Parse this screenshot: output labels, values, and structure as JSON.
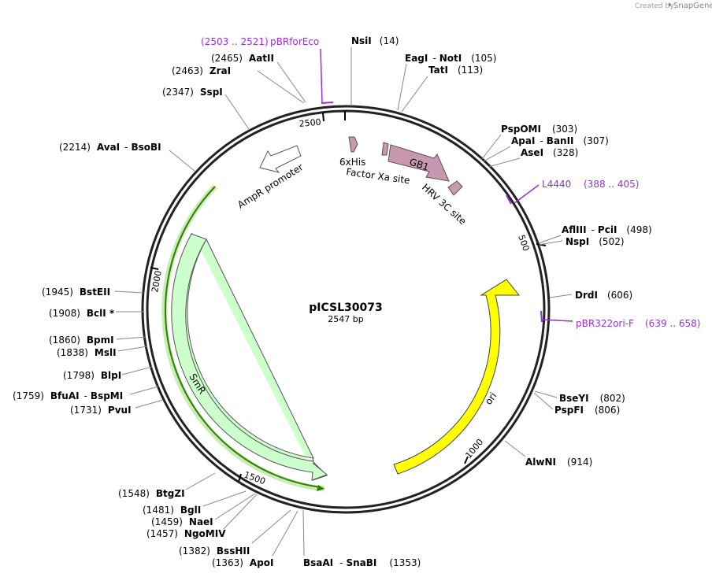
{
  "plasmid": {
    "name": "pICSL30073",
    "length_label": "2547 bp"
  },
  "brand": {
    "created_by": "Created by",
    "app_name": "SnapGene"
  },
  "ticks": {
    "t500": "500",
    "t1000": "1000",
    "t1500": "1500",
    "t2000": "2000",
    "t2500": "2500"
  },
  "features": {
    "his": "6xHis",
    "factor_xa": "Factor Xa site",
    "gb1": "GB1",
    "hrv": "HRV 3C site",
    "ampr_promoter": "AmpR promoter",
    "smr": "SmR",
    "ori": "ori"
  },
  "primers": {
    "pbrforeco": {
      "range": "(2503 .. 2521)",
      "name": "pBRforEco"
    },
    "l4440": {
      "name": "L4440",
      "range": "(388 .. 405)"
    },
    "pbr322ori": {
      "name": "pBR322ori-F",
      "range": "(639 .. 658)"
    }
  },
  "sites": {
    "nsii": {
      "name": "NsiI",
      "pos": "(14)"
    },
    "eagi": {
      "name": "EagI",
      "sep": "-",
      "name2": "NotI",
      "pos": "(105)"
    },
    "tati": {
      "name": "TatI",
      "pos": "(113)"
    },
    "pspomi": {
      "name": "PspOMI",
      "pos": "(303)"
    },
    "apai": {
      "name": "ApaI",
      "sep": "-",
      "name2": "BanII",
      "pos": "(307)"
    },
    "asei": {
      "name": "AseI",
      "pos": "(328)"
    },
    "afliii": {
      "name": "AflIII",
      "sep": "-",
      "name2": "PciI",
      "pos": "(498)"
    },
    "nspi": {
      "name": "NspI",
      "pos": "(502)"
    },
    "drdi": {
      "name": "DrdI",
      "pos": "(606)"
    },
    "bseyi": {
      "name": "BseYI",
      "pos": "(802)"
    },
    "pspfi": {
      "name": "PspFI",
      "pos": "(806)"
    },
    "alwni": {
      "name": "AlwNI",
      "pos": "(914)"
    },
    "bsaai": {
      "name": "BsaAI",
      "sep": "-",
      "name2": "SnaBI",
      "pos": "(1353)"
    },
    "apoi": {
      "pos": "(1363)",
      "name": "ApoI"
    },
    "bsshii": {
      "pos": "(1382)",
      "name": "BssHII"
    },
    "ngomiv": {
      "pos": "(1457)",
      "name": "NgoMIV"
    },
    "naei": {
      "pos": "(1459)",
      "name": "NaeI"
    },
    "bgli": {
      "pos": "(1481)",
      "name": "BglI"
    },
    "btgzi": {
      "pos": "(1548)",
      "name": "BtgZI"
    },
    "pvui": {
      "pos": "(1731)",
      "name": "PvuI"
    },
    "bfuai": {
      "pos": "(1759)",
      "name": "BfuAI",
      "sep": "-",
      "name2": "BspMI"
    },
    "blpi": {
      "pos": "(1798)",
      "name": "BlpI"
    },
    "msli": {
      "pos": "(1838)",
      "name": "MslI"
    },
    "bpmi": {
      "pos": "(1860)",
      "name": "BpmI"
    },
    "bcli": {
      "pos": "(1908)",
      "name": "BclI *"
    },
    "bsteii": {
      "pos": "(1945)",
      "name": "BstEII"
    },
    "avai": {
      "pos": "(2214)",
      "name": "AvaI",
      "sep": "-",
      "name2": "BsoBI"
    },
    "sspi": {
      "pos": "(2347)",
      "name": "SspI"
    },
    "zrai": {
      "pos": "(2463)",
      "name": "ZraI"
    },
    "aatii": {
      "pos": "(2465)",
      "name": "AatII"
    }
  },
  "colors": {
    "primer": "#9a2fd2",
    "ori": "#ffff00",
    "smr": "#ccffcc",
    "smr_glow": "#2f7f00",
    "small_features": "#c898b0",
    "promoter": "#ffffff",
    "backbone": "#222222"
  }
}
